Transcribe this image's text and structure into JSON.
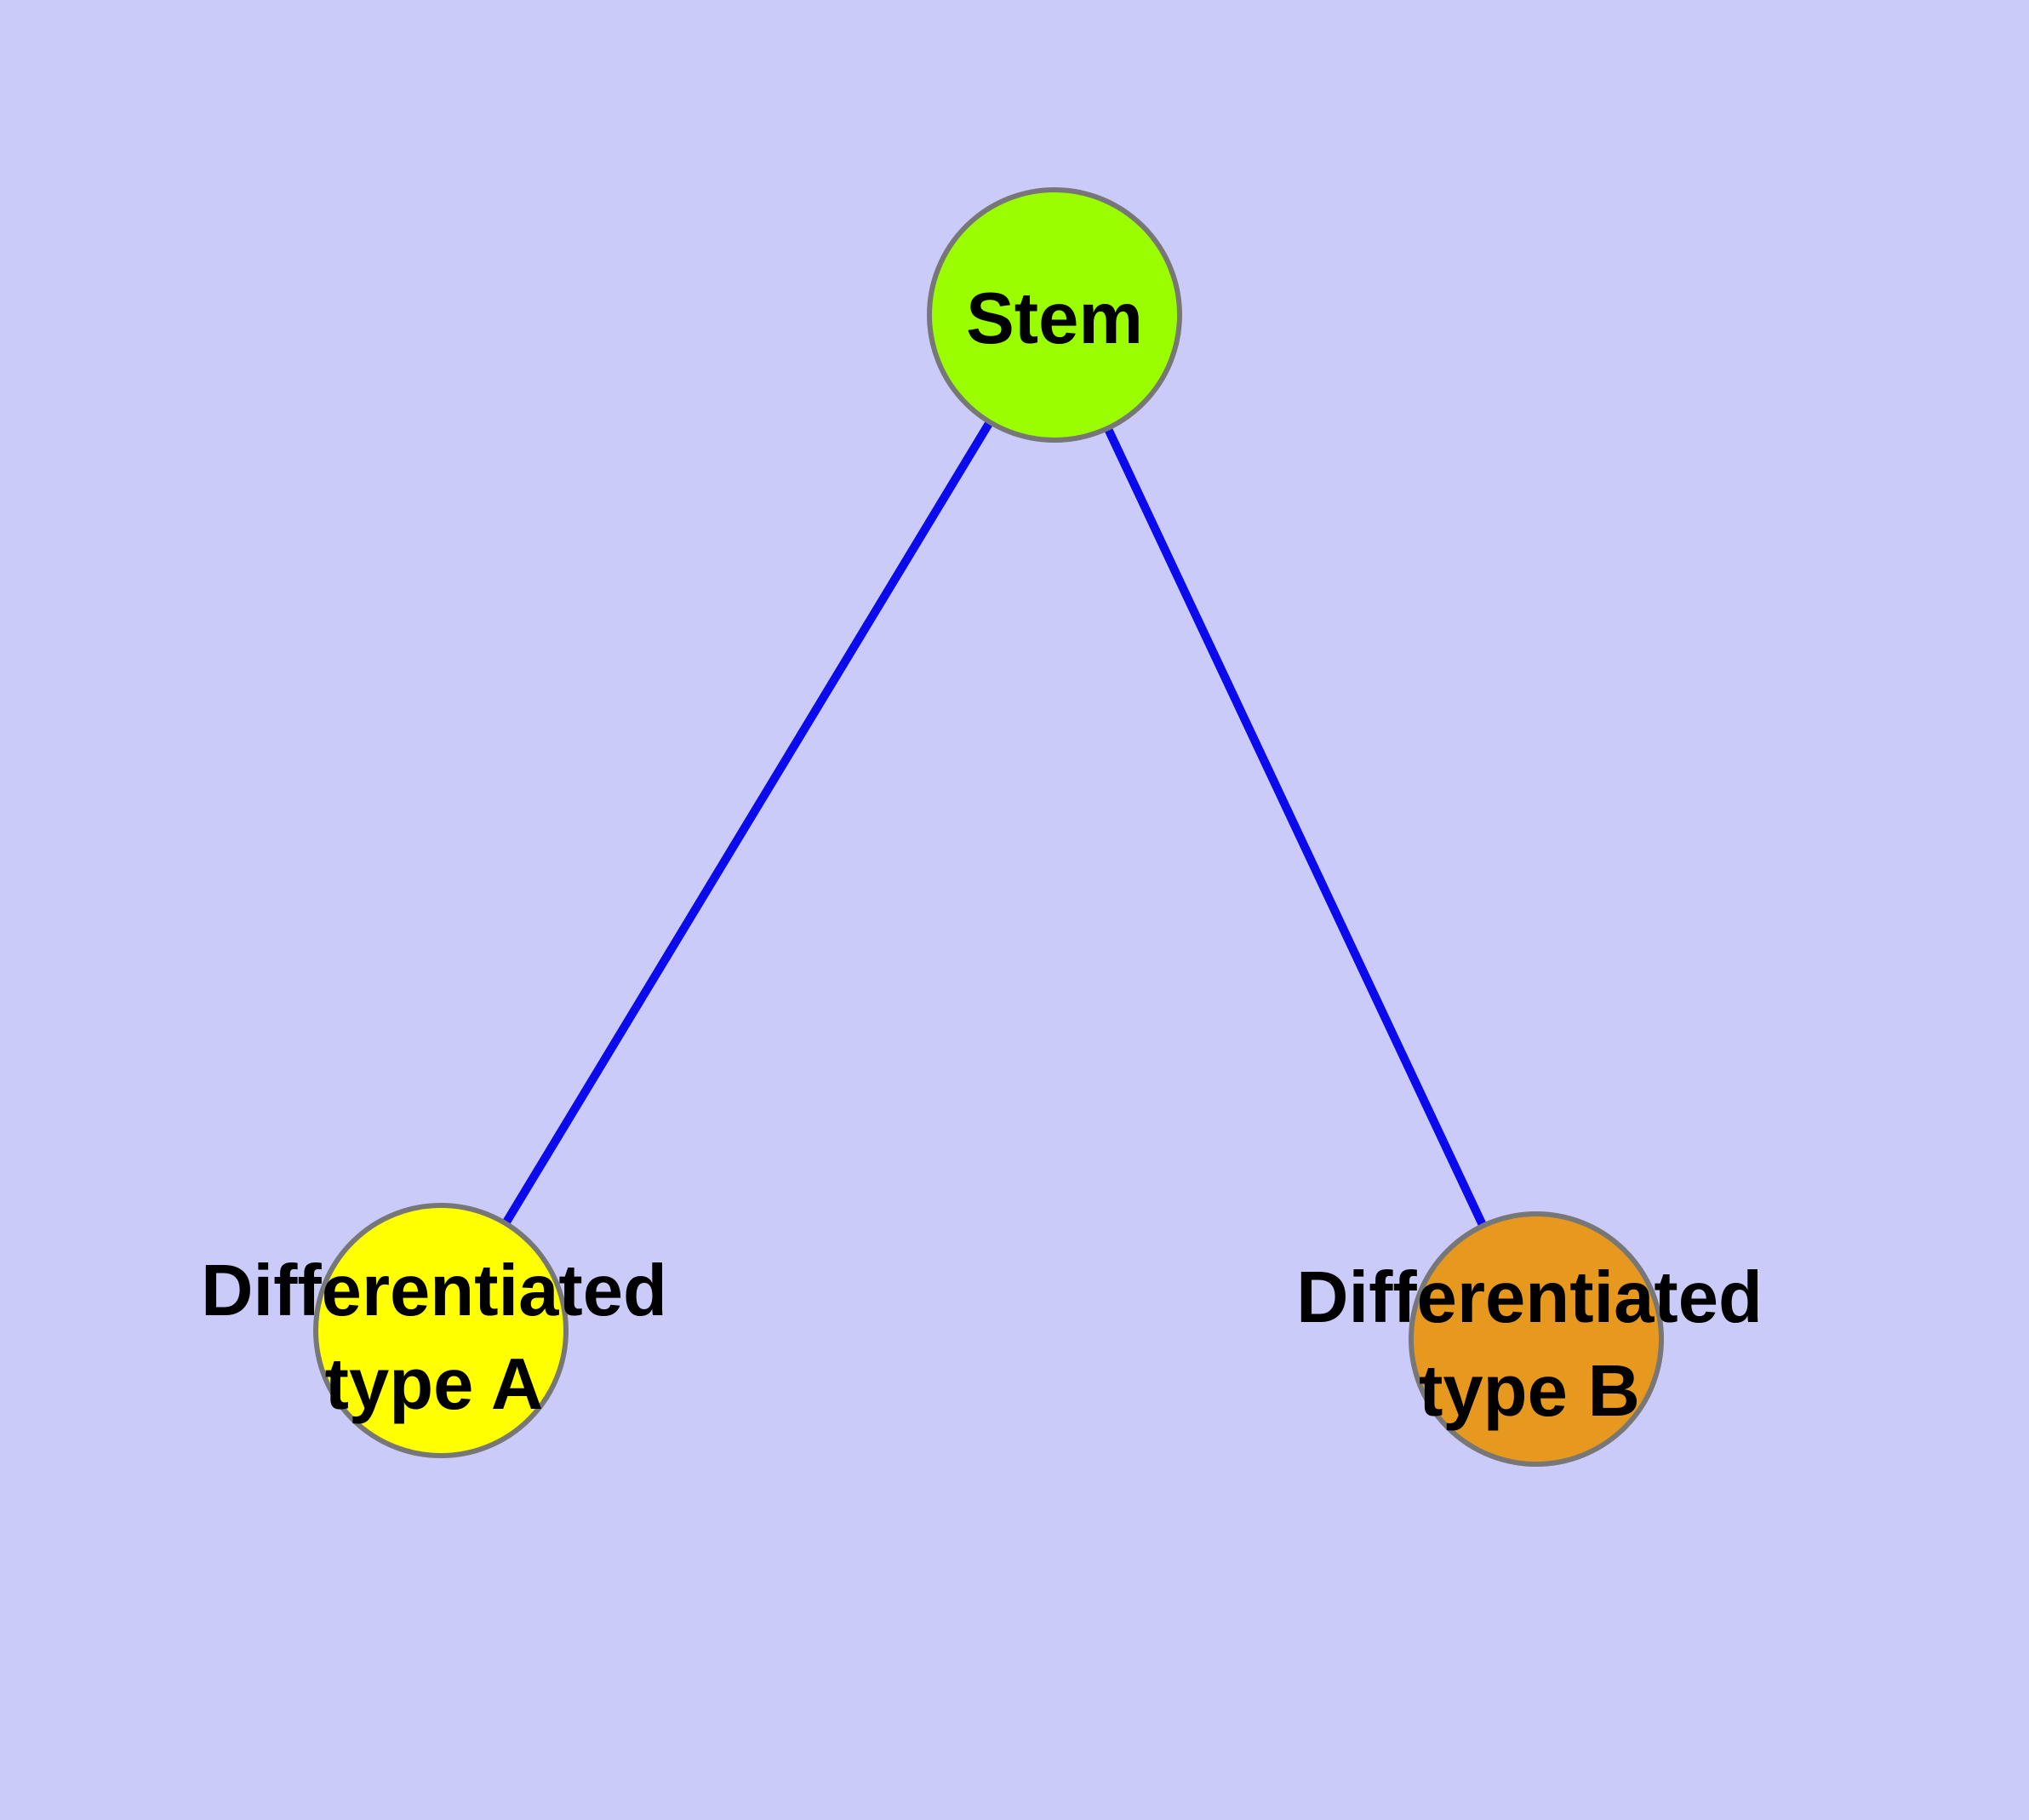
{
  "diagram": {
    "background_color": "#CBCBF9",
    "node_border_color": "#777777",
    "edge_color": "#0A0AEC",
    "label_color": "#000000",
    "nodes": [
      {
        "id": "stem",
        "label": "Stem",
        "label_lines": [
          "Stem"
        ],
        "fill_color": "#9BFE00"
      },
      {
        "id": "diff-a",
        "label": "Differentiated type A",
        "label_lines": [
          "Differentiated",
          "type A"
        ],
        "fill_color": "#FFFF00"
      },
      {
        "id": "diff-b",
        "label": "Differentiated type B",
        "label_lines": [
          "Differentiated",
          "type B"
        ],
        "fill_color": "#E6991E"
      }
    ],
    "edges": [
      {
        "from": "Stem",
        "to": "Differentiated type A"
      },
      {
        "from": "Stem",
        "to": "Differentiated type B"
      }
    ]
  }
}
